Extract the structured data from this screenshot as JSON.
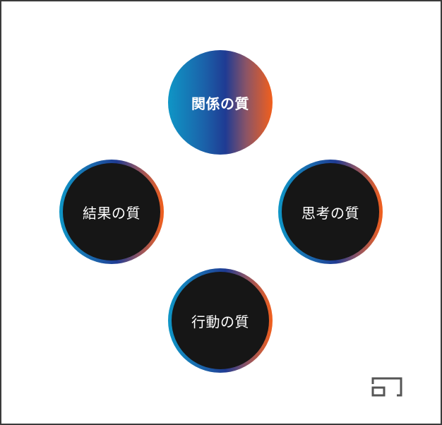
{
  "diagram": {
    "nodes": [
      {
        "id": "relationship",
        "label": "関係の質",
        "style": "gradient-fill"
      },
      {
        "id": "result",
        "label": "結果の質",
        "style": "ring"
      },
      {
        "id": "thinking",
        "label": "思考の質",
        "style": "ring"
      },
      {
        "id": "action",
        "label": "行動の質",
        "style": "ring"
      }
    ]
  },
  "colors": {
    "gradient_start": "#0f96c6",
    "gradient_mid": "#1f3b93",
    "gradient_end": "#f25f1c",
    "circle_fill": "#161616",
    "label_text": "#ffffff",
    "frame_border": "#3a3a3a",
    "icon": "#555555"
  },
  "icons": {
    "corner": "window-layout-icon"
  }
}
